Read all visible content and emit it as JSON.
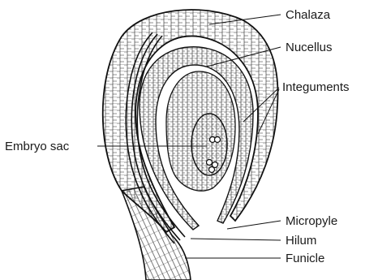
{
  "diagram": {
    "labels": {
      "chalaza": "Chalaza",
      "nucellus": "Nucellus",
      "integuments": "Integuments",
      "embryo_sac": "Embryo sac",
      "micropyle": "Micropyle",
      "hilum": "Hilum",
      "funicle": "Funicle"
    }
  }
}
